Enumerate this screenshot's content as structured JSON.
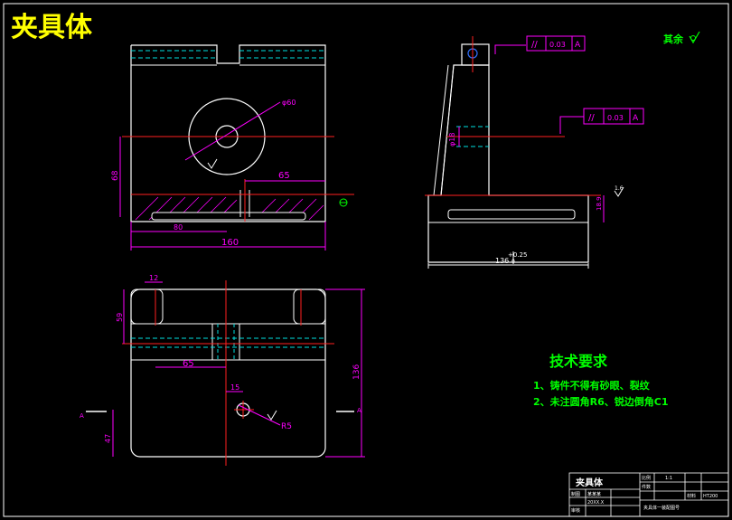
{
  "drawing": {
    "title": "夹具体",
    "roughness_note": "其余",
    "tech_requirements": {
      "heading": "技术要求",
      "items": [
        "1、铸件不得有砂眼、裂纹",
        "2、未注圆角R6、锐边倒角C1"
      ]
    }
  },
  "front_view": {
    "hole_dia": "φ60",
    "dim_height": "68",
    "dim_65": "65",
    "dim_80": "80",
    "dim_width": "160"
  },
  "side_view": {
    "tol_top": {
      "symbol": "//",
      "value": "0.03",
      "datum": "A"
    },
    "tol_mid": {
      "symbol": "//",
      "value": "0.03",
      "datum": "A"
    },
    "bore_dia": "φ18",
    "base_height": "18.9",
    "base_width": "136",
    "base_tol": "+0.25",
    "base_tol_lower": "0",
    "surface_finish": "1.6"
  },
  "top_view": {
    "dim_12": "12",
    "dim_59": "59",
    "dim_65": "65",
    "dim_15": "15",
    "dim_r5": "R5",
    "dim_47": "47",
    "dim_136": "136",
    "section_label_left": "A",
    "section_label_right": "A"
  },
  "title_block": {
    "part_name": "夹具体",
    "scale_label": "比例",
    "scale_value": "1:1",
    "qty_label": "件数",
    "material_label": "材料",
    "material_value": "HT200",
    "drawn_label": "制图",
    "check_label": "审核",
    "drawing_no": "夹具体一装配图号",
    "drawn_by": "某某某",
    "date": "20XX.X"
  },
  "colors": {
    "outline": "#ffffff",
    "center_line": "#ff2020",
    "dimension": "#ff00ff",
    "hidden": "#00e0e0",
    "hatch": "#ff00ff",
    "text_yellow": "#ffff00",
    "text_green": "#00ff00"
  }
}
